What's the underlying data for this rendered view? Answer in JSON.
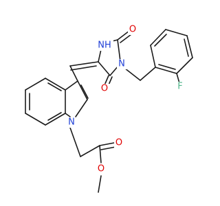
{
  "molecule": {
    "atom_labels": {
      "indole_n": "N",
      "imidazolidine_nh": "NH",
      "imidazolidine_n": "N",
      "oxo_top": "O",
      "oxo_bottom": "O",
      "fluorine": "F",
      "ester_carbonyl_o": "O",
      "ester_ether_o": "O"
    },
    "colors": {
      "bond": "#1a1a1a",
      "nitrogen": "#1f3fd6",
      "oxygen": "#e00000",
      "fluorine": "#4fb58a"
    }
  }
}
